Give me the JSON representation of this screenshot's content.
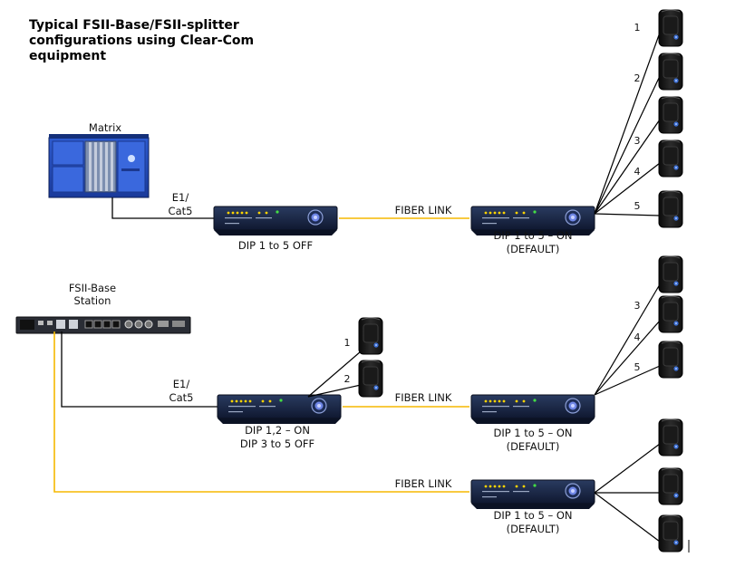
{
  "title": "Typical FSII-Base/FSII-splitter configurations using Clear-Com equipment",
  "labels": {
    "matrix": "Matrix",
    "base_station_line1": "FSII-Base",
    "base_station_line2": "Station",
    "e1_line1": "E1/",
    "e1_line2": "Cat5",
    "fiber_link": "FIBER LINK",
    "dip_off": "DIP 1 to 5 OFF",
    "dip_on": "DIP 1 to 5 – ON",
    "default": "(DEFAULT)",
    "dip_12_on": "DIP 1,2 – ON",
    "dip_3to5_off": "DIP 3 to 5 OFF"
  },
  "beltpack_numbers": {
    "row1": [
      "1",
      "2",
      "3",
      "4",
      "5"
    ],
    "mid": [
      "1",
      "2"
    ],
    "row2": [
      "3",
      "4",
      "5"
    ]
  },
  "colors": {
    "fiber": "#f5b800",
    "cable": "#000000",
    "device_body": "#1b2a4a",
    "matrix_blue": "#2a56c8"
  },
  "icons": {
    "beltpack": "wireless-beltpack-icon",
    "splitter": "fsii-splitter-device",
    "matrix": "matrix-frame",
    "base": "rack-base-station"
  }
}
